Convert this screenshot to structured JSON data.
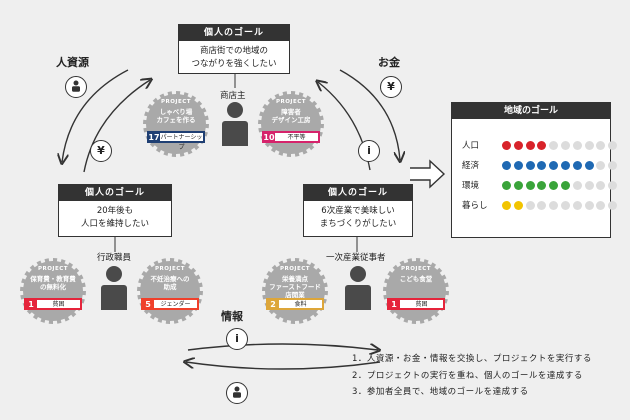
{
  "flows": {
    "human_resources": "人資源",
    "money": "お金",
    "information": "情報"
  },
  "icons": {
    "yen": "¥",
    "info": "i"
  },
  "goal_header": "個人のゴール",
  "actors": {
    "shop_owner": {
      "role": "商店主",
      "goal_line1": "商店街での地域の",
      "goal_line2": "つながりを強くしたい",
      "projects": [
        {
          "tag": "PROJECT",
          "name_line1": "しゃべり場",
          "name_line2": "カフェを作る",
          "sdg": "17",
          "sdg_label": "パートナーシップ",
          "color": "#1f3f73"
        },
        {
          "tag": "PROJECT",
          "name_line1": "障害者",
          "name_line2": "デザイン工房",
          "sdg": "10",
          "sdg_label": "不平等",
          "color": "#d6236b"
        }
      ]
    },
    "official": {
      "role": "行政職員",
      "goal_line1": "20年後も",
      "goal_line2": "人口を維持したい",
      "projects": [
        {
          "tag": "PROJECT",
          "name_line1": "保育費・教育費",
          "name_line2": "の無料化",
          "sdg": "1",
          "sdg_label": "貧困",
          "color": "#e5243b"
        },
        {
          "tag": "PROJECT",
          "name_line1": "不妊治療への",
          "name_line2": "助成",
          "sdg": "5",
          "sdg_label": "ジェンダー",
          "color": "#ef402b"
        }
      ]
    },
    "farmer": {
      "role": "一次産業従事者",
      "goal_line1": "6次産業で美味しい",
      "goal_line2": "まちづくりがしたい",
      "projects": [
        {
          "tag": "PROJECT",
          "name_line1": "栄養満点",
          "name_line2": "ファーストフード店開業",
          "sdg": "2",
          "sdg_label": "食料",
          "color": "#dda63a"
        },
        {
          "tag": "PROJECT",
          "name_line1": "こども食堂",
          "name_line2": "",
          "sdg": "1",
          "sdg_label": "貧困",
          "color": "#e5243b"
        }
      ]
    }
  },
  "region": {
    "title": "地域のゴール",
    "rows": [
      {
        "label": "人口",
        "color": "#d8232a",
        "filled": 4
      },
      {
        "label": "経済",
        "color": "#1f69b3",
        "filled": 8
      },
      {
        "label": "環境",
        "color": "#3aa43a",
        "filled": 6
      },
      {
        "label": "暮らし",
        "color": "#f2c400",
        "filled": 2
      }
    ],
    "total_dots": 10,
    "empty_color": "#dcdcdc"
  },
  "steps": [
    "1．人資源・お金・情報を交換し、プロジェクトを実行する",
    "2．プロジェクトの実行を重ね、個人のゴールを達成する",
    "3．参加者全員で、地域のゴールを達成する"
  ]
}
